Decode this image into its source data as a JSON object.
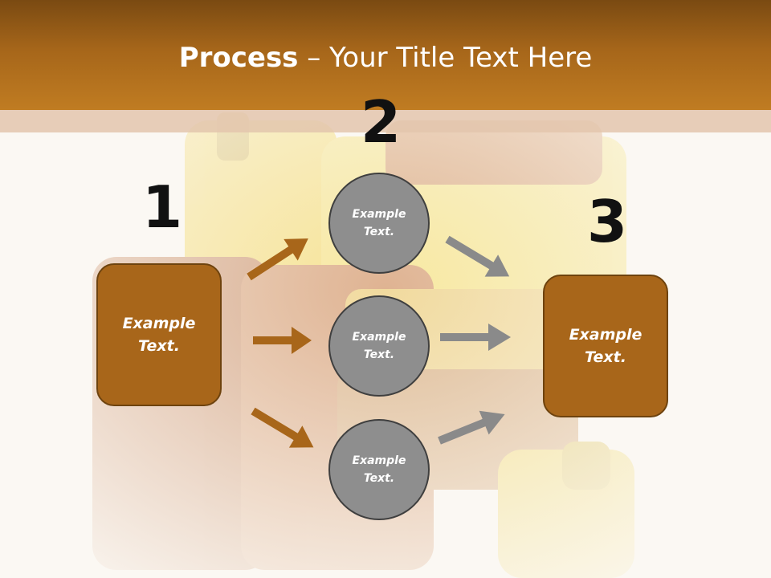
{
  "title": {
    "bold": "Process",
    "rest": " – Your Title Text Here"
  },
  "steps": [
    {
      "number": "1",
      "text_line1": "Example",
      "text_line2": "Text."
    },
    {
      "number": "2"
    },
    {
      "number": "3",
      "text_line1": "Example",
      "text_line2": "Text."
    }
  ],
  "circles": [
    {
      "text_line1": "Example",
      "text_line2": "Text."
    },
    {
      "text_line1": "Example",
      "text_line2": "Text."
    },
    {
      "text_line1": "Example",
      "text_line2": "Text."
    }
  ],
  "colors": {
    "header": "#a6661a",
    "box": "#a8661a",
    "circle": "#8e8e8e",
    "arrow_brown": "#a8661a",
    "arrow_gray": "#8a8a8a"
  }
}
